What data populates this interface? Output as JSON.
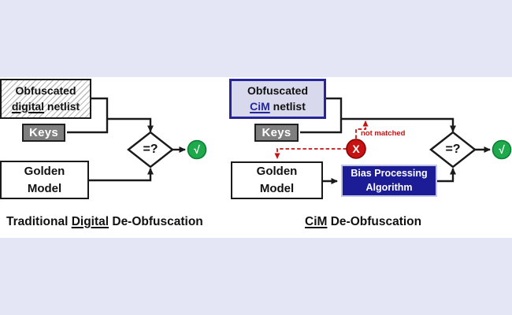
{
  "colors": {
    "page-bg": "#e5e6f5",
    "panel-bg": "#ffffff",
    "line": "#1a1a1a",
    "navy": "#26269a",
    "navy-fill": "#1c1c96",
    "lavender-fill": "#d8d9ec",
    "gray-fill": "#7f7f7f",
    "green": "#1fa94d",
    "green-dark": "#087f33",
    "red": "#c61212",
    "red-dark": "#8b0000",
    "hatch-line": "#bbbbbb"
  },
  "left": {
    "netlist": {
      "line1": "Obfuscated",
      "word": "digital",
      "rest": " netlist"
    },
    "keys": "Keys",
    "golden": {
      "line1": "Golden",
      "line2": "Model"
    },
    "diamond": "=?",
    "check": "√",
    "caption": {
      "pre": "Traditional ",
      "word": "Digital",
      "post": " De-Obfuscation"
    }
  },
  "right": {
    "netlist": {
      "line1": "Obfuscated",
      "word": "CiM",
      "rest": " netlist"
    },
    "keys": "Keys",
    "golden": {
      "line1": "Golden",
      "line2": "Model"
    },
    "bias": {
      "line1": "Bias Processing",
      "line2": "Algorithm"
    },
    "diamond": "=?",
    "check": "√",
    "x_mark": "X",
    "not_matched": "not matched",
    "caption": {
      "word": "CiM",
      "post": " De-Obfuscation"
    }
  }
}
